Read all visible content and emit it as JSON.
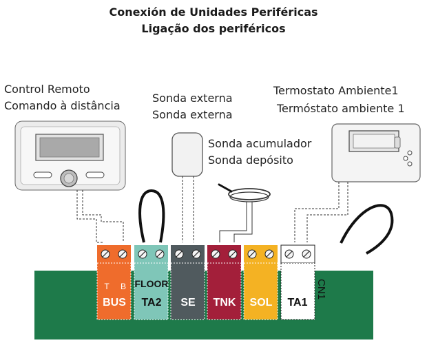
{
  "title": {
    "line1": "Conexión de Unidades Periféricas",
    "line2": "Ligação dos periféricos"
  },
  "devices": {
    "remote": {
      "line1": "Control Remoto",
      "line2": "Comando à distância"
    },
    "external_probe": {
      "line1": "Sonda externa",
      "line2": "Sonda externa"
    },
    "tank_probe": {
      "line1": "Sonda acumulador",
      "line2": "Sonda depósito"
    },
    "thermostat": {
      "line1": "Termostato Ambiente1",
      "line2": "Termóstato ambiente 1"
    }
  },
  "terminals": [
    {
      "label": "BUS",
      "sub_left": "T",
      "sub_right": "B",
      "color": "#ef6c2c"
    },
    {
      "label": "TA2",
      "top": "FLOOR",
      "color": "#7fc6b8"
    },
    {
      "label": "SE",
      "color": "#505a5e"
    },
    {
      "label": "TNK",
      "color": "#a31f3a"
    },
    {
      "label": "SOL",
      "color": "#f4b223"
    },
    {
      "label": "TA1",
      "color": "#ffffff"
    }
  ],
  "connector_label": "CN1",
  "colors": {
    "board": "#1e7a4a",
    "text_on_dark": "#ffffff",
    "text_on_light": "#111111"
  }
}
